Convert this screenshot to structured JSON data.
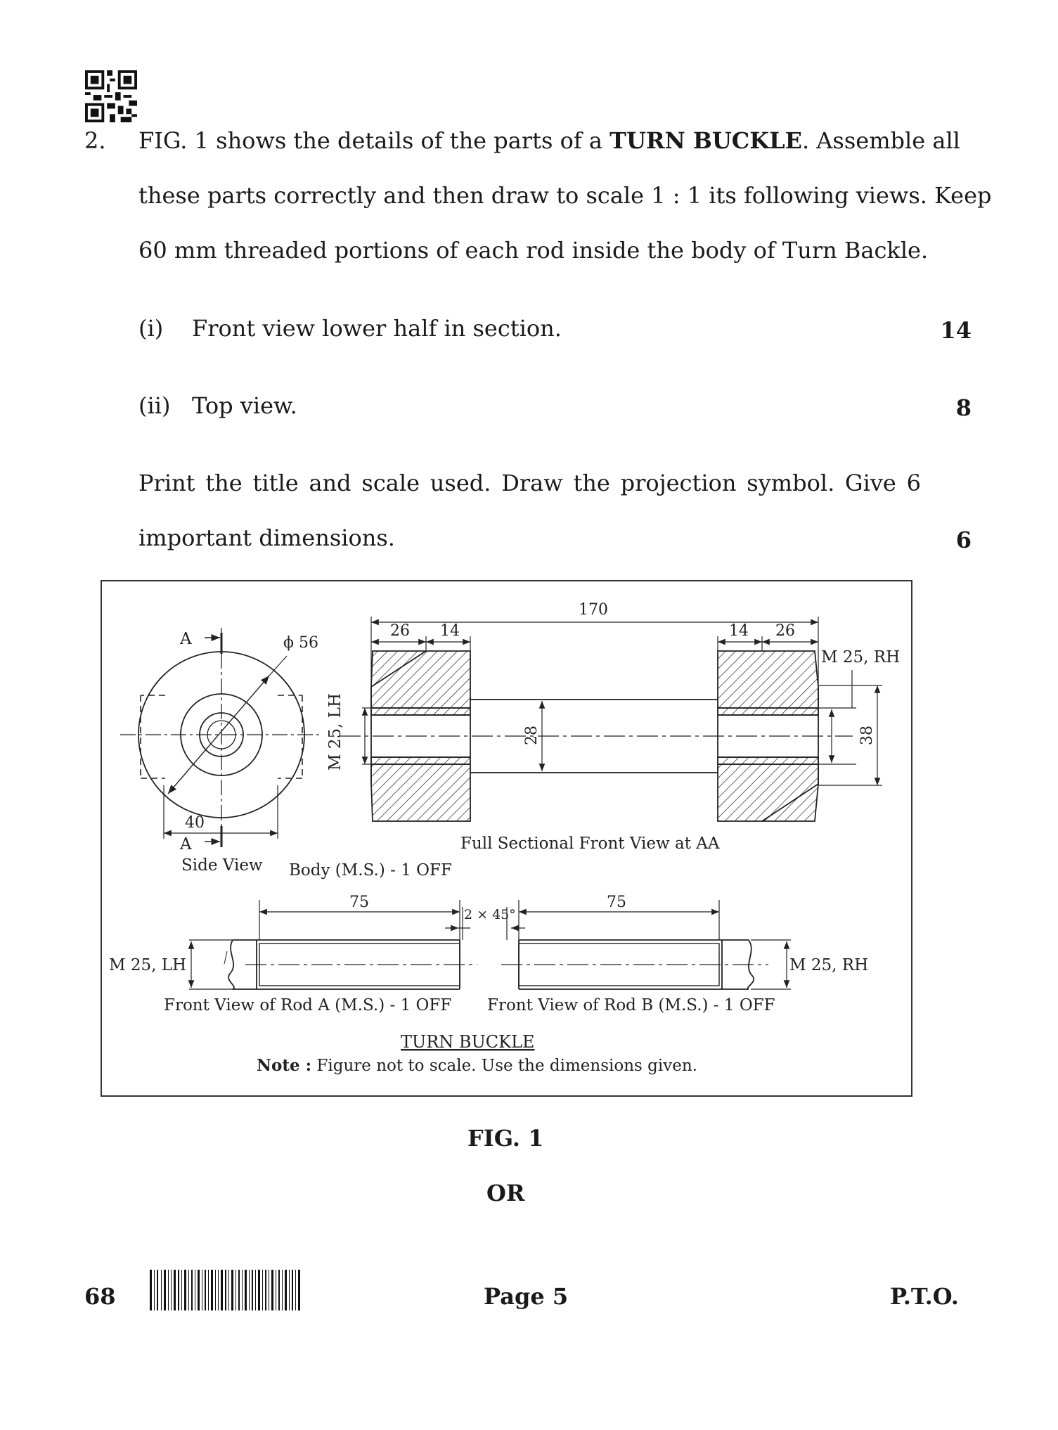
{
  "question": {
    "number": "2.",
    "line1_pre": "FIG. 1 shows the details of the parts of a ",
    "line1_bold": "TURN BUCKLE",
    "line1_post": ". Assemble all",
    "line2": "these parts correctly and then draw to scale 1 : 1 its following views. Keep",
    "line3": "60 mm threaded portions of each rod inside the body of Turn Backle.",
    "parts": [
      {
        "label": "(i)",
        "text": "Front view lower half in section.",
        "marks": "14"
      },
      {
        "label": "(ii)",
        "text": "Top view.",
        "marks": "8"
      }
    ],
    "instruction_line1": "Print the title and scale used. Draw the projection symbol. Give 6",
    "instruction_line2": "important dimensions.",
    "instruction_marks": "6"
  },
  "figure": {
    "dims": {
      "overall": "170",
      "d26_left": "26",
      "d14_left": "14",
      "d14_right": "14",
      "d26_right": "26",
      "phi56": "ϕ 56",
      "d40": "40",
      "d28": "28",
      "d38": "38",
      "d75_left": "75",
      "d75_right": "75",
      "chamfer": "2 × 45°"
    },
    "labels": {
      "section_a_top": "A",
      "section_a_bottom": "A",
      "side_view": "Side View",
      "thread_lh_vertical": "M 25, LH",
      "thread_rh": "M 25, RH",
      "full_section": "Full Sectional Front View at AA",
      "body": "Body (M.S.) - 1 OFF",
      "rod_a_thread": "M 25, LH",
      "rod_b_thread": "M 25, RH",
      "rod_a": "Front View of Rod A (M.S.) - 1 OFF",
      "rod_b": "Front View of Rod B (M.S.) - 1 OFF",
      "title": "TURN BUCKLE",
      "note_bold": "Note :",
      "note_text": " Figure not to scale. Use the dimensions given."
    }
  },
  "fig_caption": "FIG. 1",
  "or_text": "OR",
  "footer": {
    "code": "68",
    "page": "Page 5",
    "pto": "P.T.O."
  }
}
